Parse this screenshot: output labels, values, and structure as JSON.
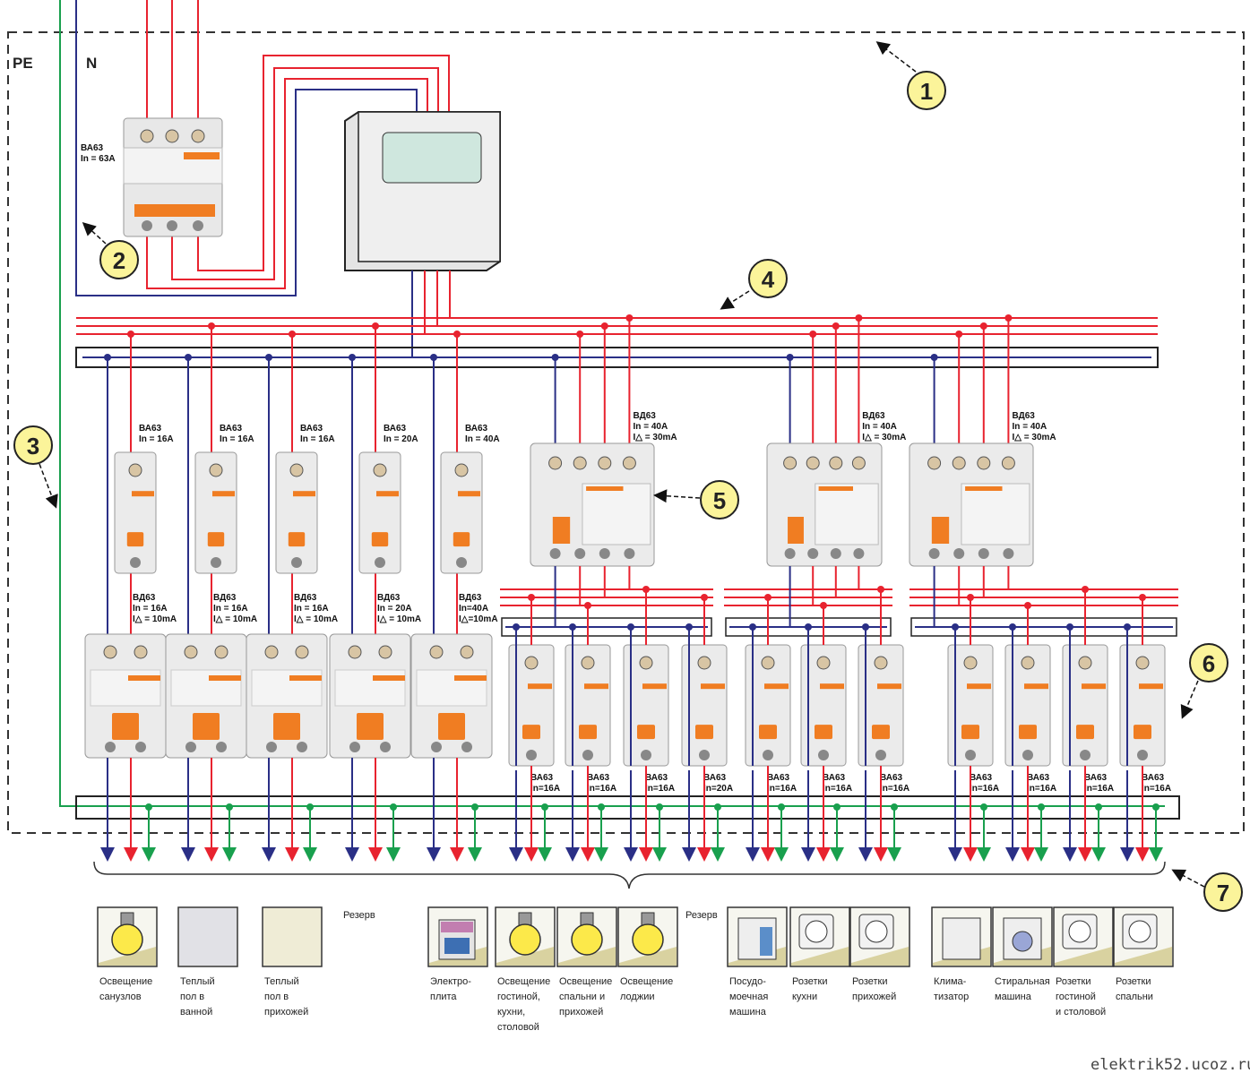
{
  "labels": {
    "pe": "PE",
    "n": "N",
    "source": "elektrik52.ucoz.ru",
    "reserve": "Резерв"
  },
  "callouts": [
    "1",
    "2",
    "3",
    "4",
    "5",
    "6",
    "7"
  ],
  "main_breaker": {
    "type": "ВА63",
    "rating": "In = 63A"
  },
  "branches": [
    {
      "type": "ВА63",
      "rating": "In = 16A",
      "rcd_type": "ВД63",
      "rcd_rating": "In = 16A",
      "rcd_leak": "I△ = 10mA"
    },
    {
      "type": "ВА63",
      "rating": "In = 16A",
      "rcd_type": "ВД63",
      "rcd_rating": "In = 16A",
      "rcd_leak": "I△ = 10mA"
    },
    {
      "type": "ВА63",
      "rating": "In = 16A",
      "rcd_type": "ВД63",
      "rcd_rating": "In = 16A",
      "rcd_leak": "I△ = 10mA"
    },
    {
      "type": "ВА63",
      "rating": "In = 20A",
      "rcd_type": "ВД63",
      "rcd_rating": "In = 20A",
      "rcd_leak": "I△ = 10mA"
    },
    {
      "type": "ВА63",
      "rating": "In = 40A",
      "rcd_type": "ВД63",
      "rcd_rating": "In=40A",
      "rcd_leak": "I△=10mA"
    }
  ],
  "group_rcds": [
    {
      "type": "ВД63",
      "rating": "In = 40A",
      "leak": "I△ = 30mA"
    },
    {
      "type": "ВД63",
      "rating": "In = 40A",
      "leak": "I△ = 30mA"
    },
    {
      "type": "ВД63",
      "rating": "In = 40A",
      "leak": "I△ = 30mA"
    }
  ],
  "small_breakers": [
    {
      "type": "ВА63",
      "rating": "In=16A"
    },
    {
      "type": "ВА63",
      "rating": "In=16A"
    },
    {
      "type": "ВА63",
      "rating": "In=16A"
    },
    {
      "type": "ВА63",
      "rating": "In=20A"
    },
    {
      "type": "ВА63",
      "rating": "In=16A"
    },
    {
      "type": "ВА63",
      "rating": "In=16A"
    },
    {
      "type": "ВА63",
      "rating": "In=16A"
    },
    {
      "type": "ВА63",
      "rating": "In=16A"
    },
    {
      "type": "ВА63",
      "rating": "In=16A"
    },
    {
      "type": "ВА63",
      "rating": "In=16A"
    },
    {
      "type": "ВА63",
      "rating": "In=16A"
    }
  ],
  "loads": [
    {
      "icon": "lamp-icon",
      "lines": [
        "Освещение",
        "санузлов"
      ]
    },
    {
      "icon": "floor-heating-icon",
      "lines": [
        "Теплый",
        "пол в",
        "ванной"
      ]
    },
    {
      "icon": "floor-heating-icon",
      "lines": [
        "Теплый",
        "пол в",
        "прихожей"
      ]
    },
    {
      "icon": "stove-icon",
      "lines": [
        "Электро-",
        "плита"
      ]
    },
    {
      "icon": "lamp-icon",
      "lines": [
        "Освещение",
        "гостиной,",
        "кухни,",
        "столовой"
      ]
    },
    {
      "icon": "lamp-icon",
      "lines": [
        "Освещение",
        "спальни и",
        "прихожей"
      ]
    },
    {
      "icon": "lamp-icon",
      "lines": [
        "Освещение",
        "лоджии"
      ]
    },
    {
      "icon": "dishwasher-icon",
      "lines": [
        "Посудо-",
        "моечная",
        "машина"
      ]
    },
    {
      "icon": "socket-icon",
      "lines": [
        "Розетки",
        "кухни"
      ]
    },
    {
      "icon": "socket-icon",
      "lines": [
        "Розетки",
        "прихожей"
      ]
    },
    {
      "icon": "air-conditioner-icon",
      "lines": [
        "Клима-",
        "тизатор"
      ]
    },
    {
      "icon": "washing-machine-icon",
      "lines": [
        "Стиральная",
        "машина"
      ]
    },
    {
      "icon": "socket-icon",
      "lines": [
        "Розетки",
        "гостиной",
        "и столовой"
      ]
    },
    {
      "icon": "socket-icon",
      "lines": [
        "Розетки",
        "спальни"
      ]
    }
  ],
  "colors": {
    "phase": "#e8232f",
    "neutral": "#2a2f86",
    "pe": "#19a04e",
    "dash": "#333333",
    "device": "#ebebeb",
    "toggle": "#f07d22",
    "callout": "#fbf49a"
  }
}
